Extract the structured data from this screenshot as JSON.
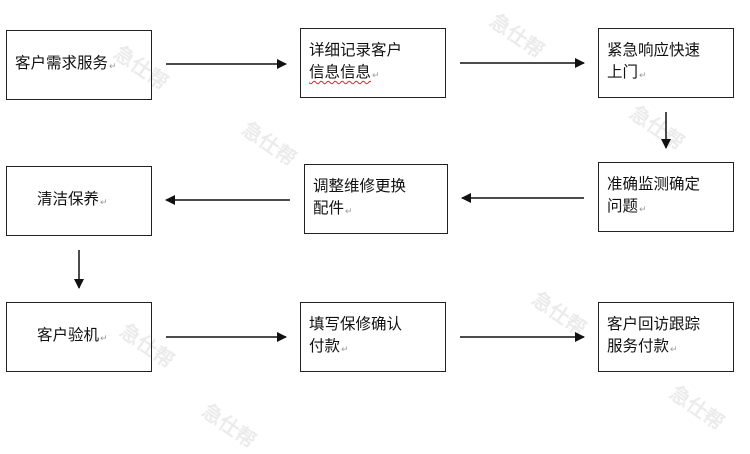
{
  "watermark": "急仕帮",
  "nodes": [
    {
      "id": "n1",
      "lines": [
        "客户需求服务"
      ]
    },
    {
      "id": "n2",
      "lines": [
        "详细记录客户",
        "信息信息"
      ]
    },
    {
      "id": "n3",
      "lines": [
        "紧急响应快速",
        "上门"
      ]
    },
    {
      "id": "n4",
      "lines": [
        "准确监测确定",
        "问题"
      ]
    },
    {
      "id": "n5",
      "lines": [
        "调整维修更换",
        "配件"
      ]
    },
    {
      "id": "n6",
      "lines": [
        "清洁保养"
      ]
    },
    {
      "id": "n7",
      "lines": [
        "客户验机"
      ]
    },
    {
      "id": "n8",
      "lines": [
        "填写保修确认",
        "付款"
      ]
    },
    {
      "id": "n9",
      "lines": [
        "客户回访跟踪",
        "服务付款"
      ]
    }
  ],
  "edges": [
    {
      "from": "n1",
      "to": "n2"
    },
    {
      "from": "n2",
      "to": "n3"
    },
    {
      "from": "n3",
      "to": "n4"
    },
    {
      "from": "n4",
      "to": "n5"
    },
    {
      "from": "n5",
      "to": "n6"
    },
    {
      "from": "n6",
      "to": "n7"
    },
    {
      "from": "n7",
      "to": "n8"
    },
    {
      "from": "n8",
      "to": "n9"
    }
  ],
  "colors": {
    "stroke": "#111111",
    "paragraph_mark": "#9a9a9a",
    "spellcheck_underline": "#dd2233"
  }
}
